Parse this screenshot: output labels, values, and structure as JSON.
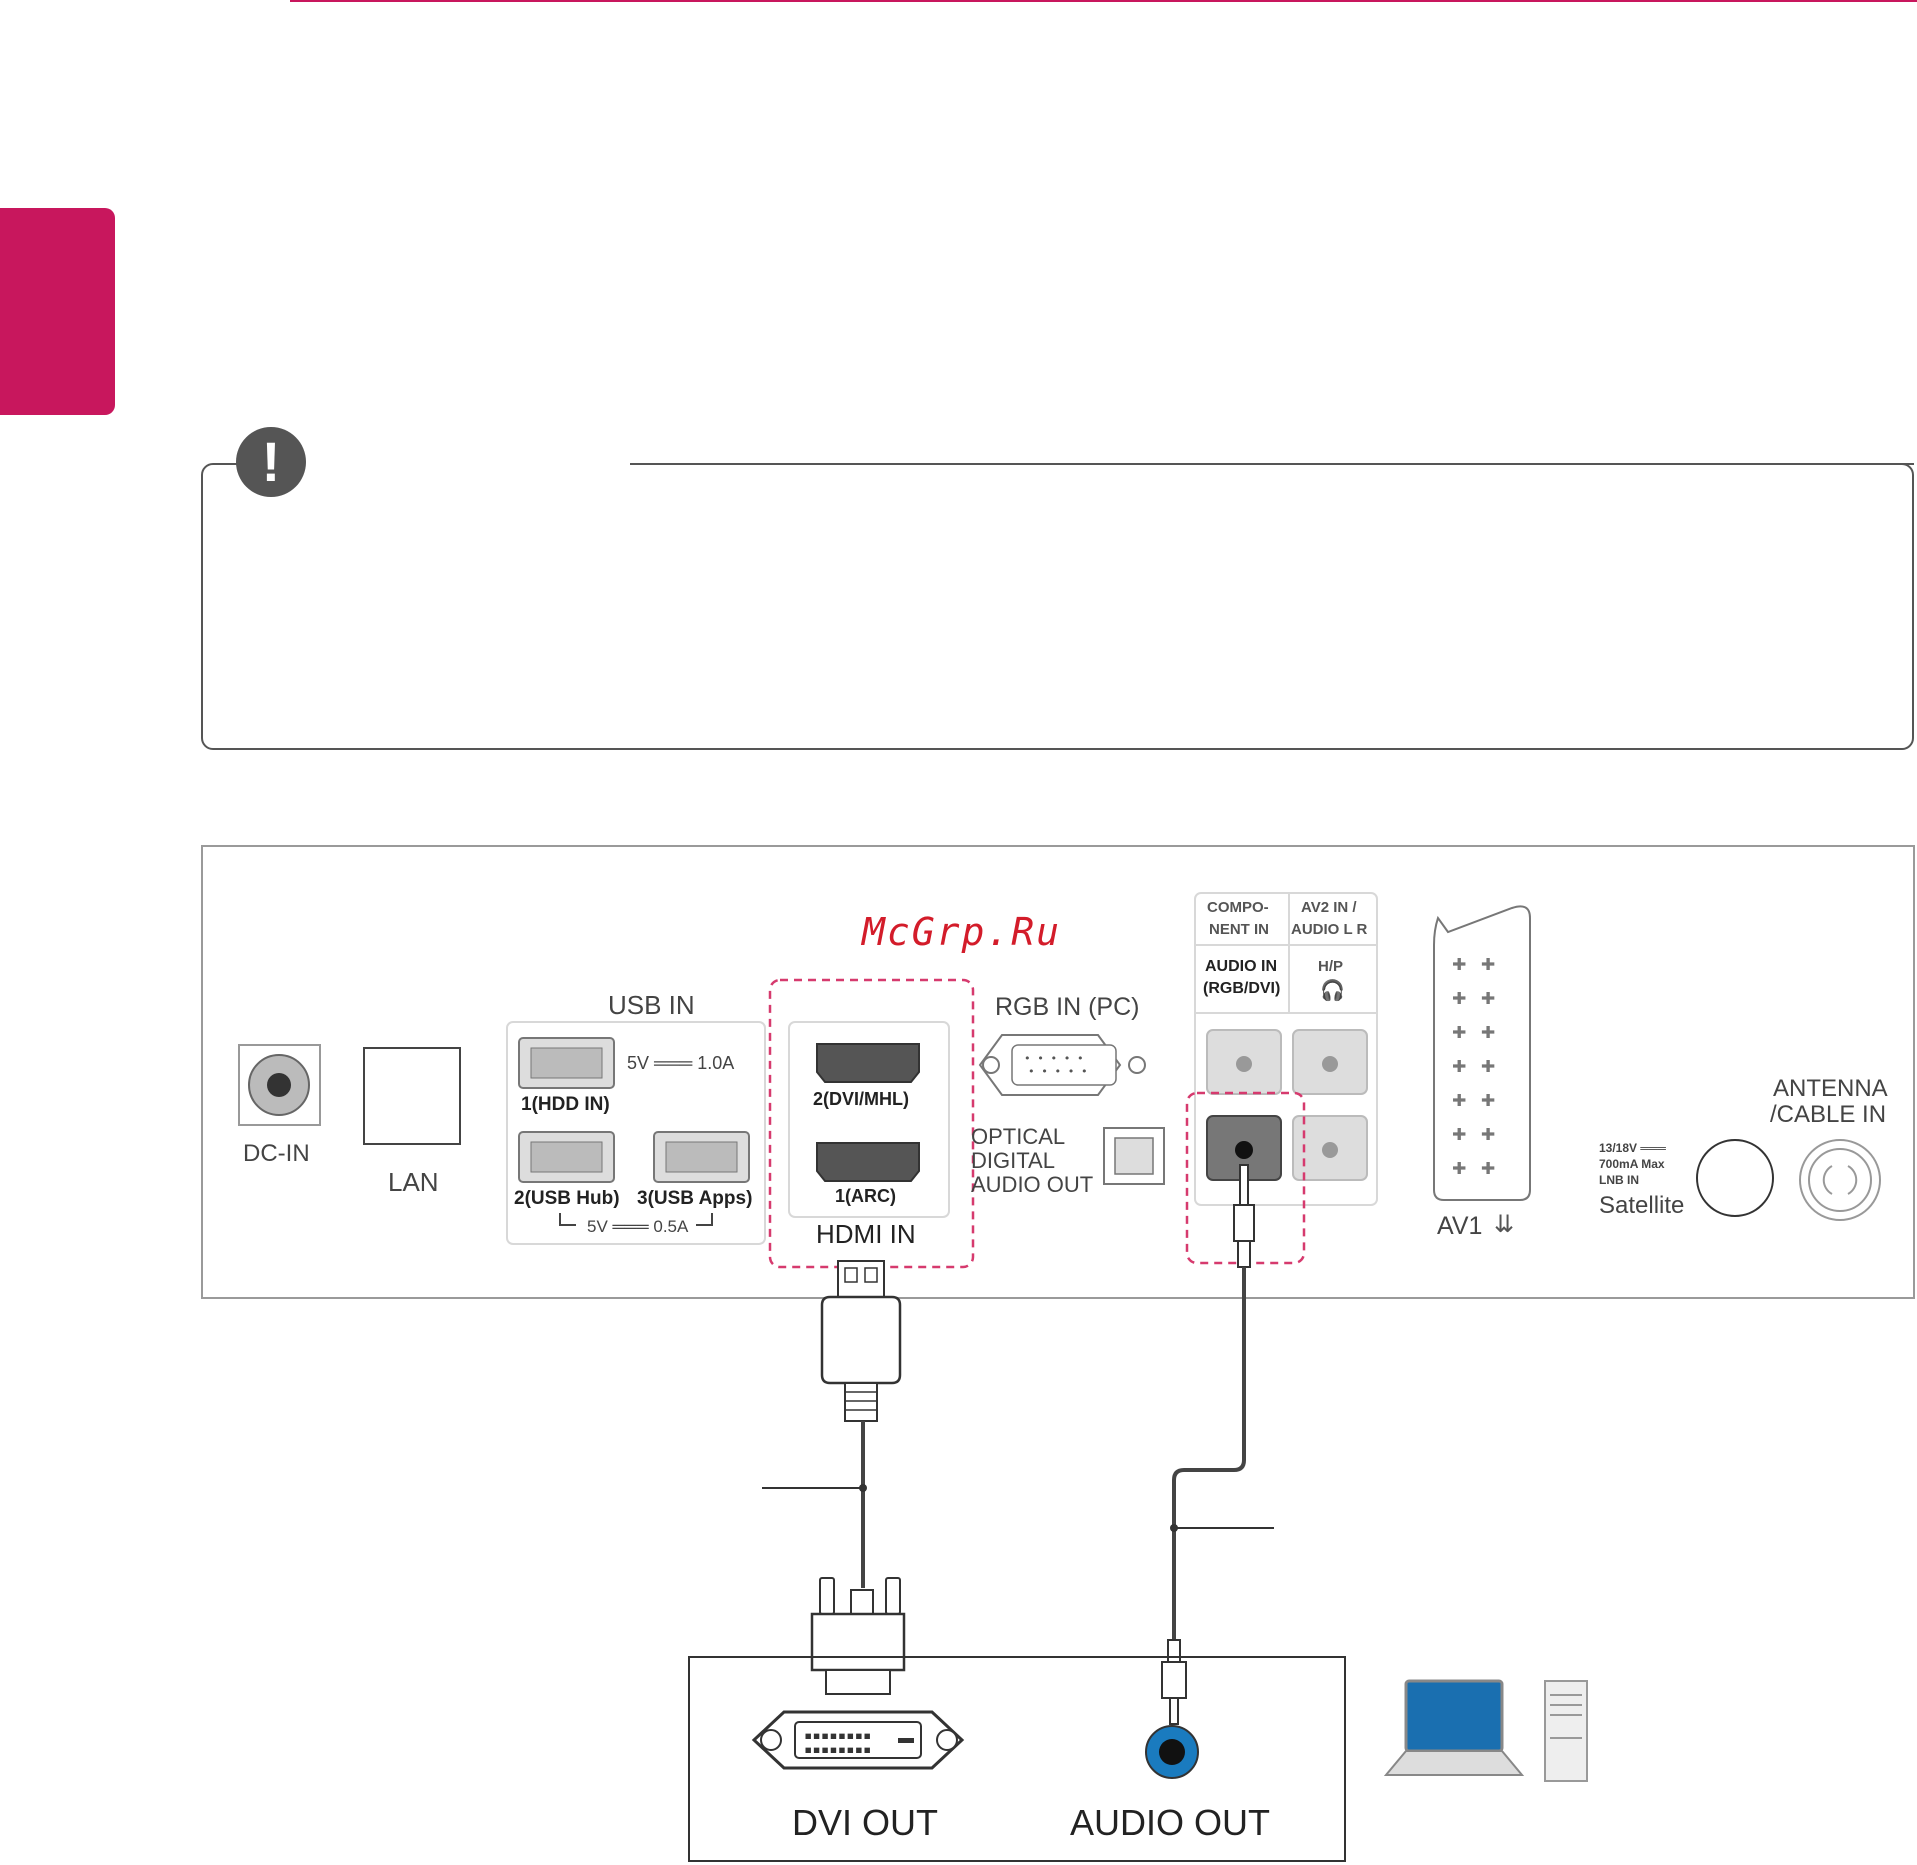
{
  "watermark": "McGrp.Ru",
  "panel": {
    "dc_in": "DC-IN",
    "lan": "LAN",
    "usb_in": "USB IN",
    "usb_power_1": "5V ═══ 1.0A",
    "usb_1": "1(HDD IN)",
    "usb_2": "2(USB Hub)",
    "usb_3": "3(USB Apps)",
    "usb_power_2": "5V ═══ 0.5A",
    "hdmi_2": "2(DVI/MHL)",
    "hdmi_1": "1(ARC)",
    "hdmi_in": "HDMI IN",
    "rgb_in": "RGB IN (PC)",
    "optical_1": "OPTICAL",
    "optical_2": "DIGITAL",
    "optical_3": "AUDIO OUT",
    "component_1": "COMPO-",
    "component_2": "NENT IN",
    "av2_1": "AV2 IN /",
    "av2_2": "AUDIO L R",
    "audio_in_1": "AUDIO IN",
    "audio_in_2": "(RGB/DVI)",
    "hp": "H/P",
    "av1": "AV1",
    "lnb_1": "13/18V ═══",
    "lnb_2": "700mA Max",
    "lnb_3": "LNB IN",
    "satellite": "Satellite",
    "antenna_1": "ANTENNA",
    "antenna_2": "/CABLE IN"
  },
  "bottom": {
    "dvi_out": "DVI OUT",
    "audio_out": "AUDIO OUT"
  },
  "icons": [
    "warning-icon",
    "laptop-icon",
    "desktop-tower-icon",
    "headphones-icon"
  ],
  "colors": {
    "accent": "#c8175d",
    "highlight": "#d63a6e",
    "audio_jack": "#1a7bbf"
  }
}
